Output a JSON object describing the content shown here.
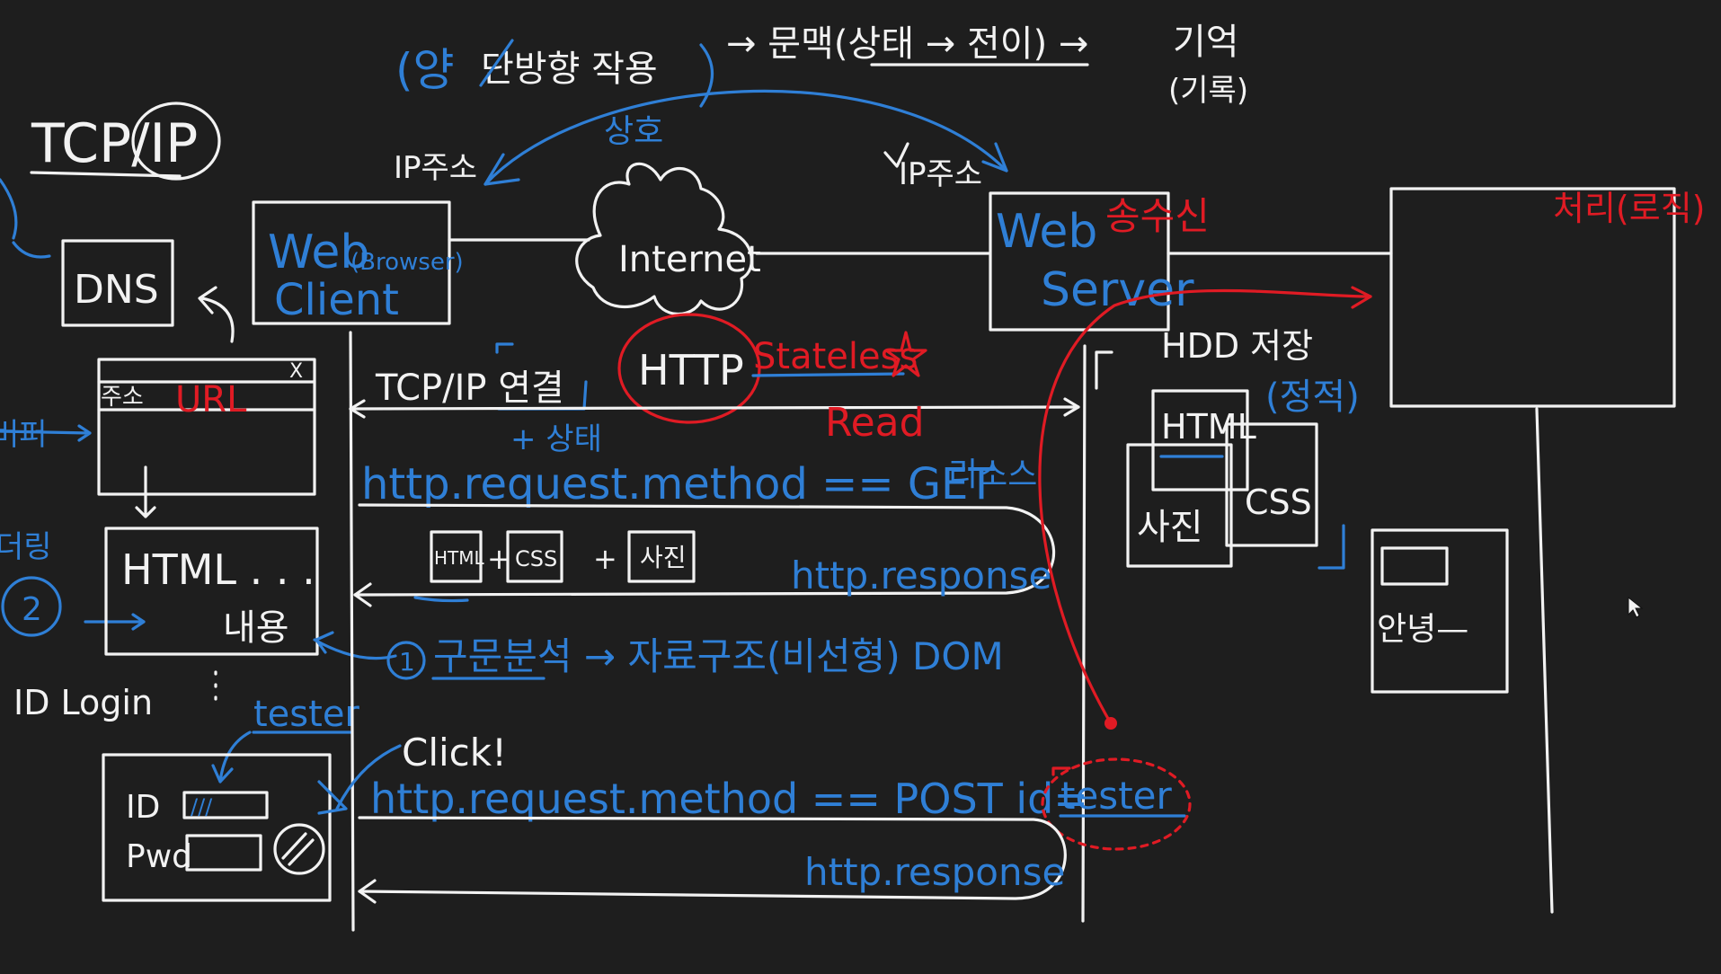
{
  "top": {
    "yang": "(양",
    "danbanghyang": "단방향 작용",
    "sangho": "상호",
    "arrow_mun": "→ 문맥(상태 → 전이) →",
    "gieok": "기억",
    "girok": "(기록)"
  },
  "network": {
    "tcpip_title": "TCP/IP",
    "ip_address_left": "IP주소",
    "ip_address_right": "IP주소",
    "dns": "DNS",
    "web_client_1": "Web",
    "web_client_paren": "(Browser)",
    "web_client_2": "Client",
    "internet": "Internet",
    "http": "HTTP",
    "stateless": "Stateless",
    "web_server_1": "Web",
    "web_server_2": "Server",
    "receive": "송수신",
    "process": "처리(로직)"
  },
  "browser": {
    "address_label": "주소",
    "url_label": "URL",
    "close_glyph": "X",
    "html_content_1": "HTML . . .",
    "html_content_2": "내용",
    "left_buffer": "버퍼",
    "left_rendering": "더링",
    "circle_two": "2",
    "login_label": "ID Login",
    "tester_label": "tester",
    "id_label": "ID",
    "id_value": "///",
    "pwd_label": "Pwd"
  },
  "flow": {
    "tcp_connect": "TCP/IP 연결",
    "plus_state": "+ 상태",
    "read": "Read",
    "get_request": "http.request.method == GET",
    "resource": "리소스",
    "html_box": "HTML",
    "plus": "+",
    "css_box": "CSS",
    "photo_box": "사진",
    "response_1": "http.response",
    "parse": "구문분석 → 자료구조(비선형) DOM",
    "circle_one": "1",
    "click": "Click!",
    "post_request": "http.request.method == POST id=",
    "post_value": "tester",
    "response_2": "http.response"
  },
  "storage": {
    "hdd": "HDD 저장",
    "static": "(정적)",
    "html_file": "HTML",
    "css_file": "CSS",
    "photo_file": "사진",
    "note_line": "안녕—"
  },
  "colors": {
    "background": "#1e1e1e",
    "white_ink": "#f2f2f2",
    "blue_ink": "#2f7fd6",
    "red_ink": "#e01b24"
  }
}
